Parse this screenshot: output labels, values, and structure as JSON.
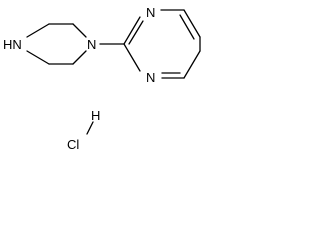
{
  "molecule": {
    "piperazine_nh": "HN",
    "piperazine_n": "N",
    "pyrimidine_n_top": "N",
    "pyrimidine_n_bottom": "N",
    "hydrogen": "H",
    "chlorine": "Cl"
  },
  "colors": {
    "bond": "#000000",
    "text": "#000000",
    "background": "#ffffff"
  }
}
